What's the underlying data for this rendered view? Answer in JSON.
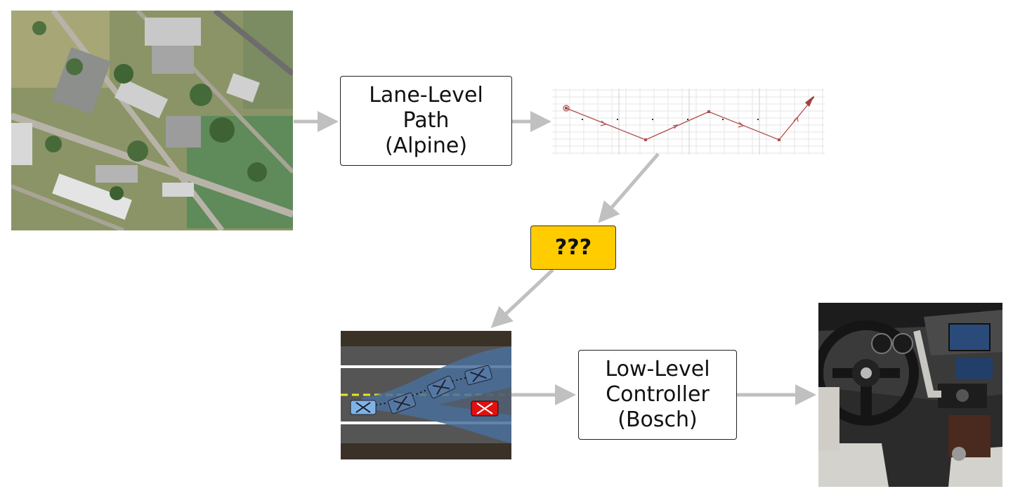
{
  "nodes": {
    "lane_level_path": {
      "lines": [
        "Lane-Level",
        "Path",
        "(Alpine)"
      ]
    },
    "unknown_step": {
      "label": "???"
    },
    "low_level_controller": {
      "lines": [
        "Low-Level",
        "Controller",
        "(Bosch)"
      ]
    }
  },
  "images": {
    "aerial_map": "satellite-map-image",
    "path_plot": "waypoint-path-plot",
    "lane_change_sim": "lane-change-trajectory-image",
    "car_interior": "car-dashboard-photo"
  },
  "colors": {
    "arrow": "#c0c0c0",
    "highlight": "#ffcc00",
    "path_line": "#b05050",
    "road": "#555555",
    "lane_overlay": "#4a6f9a"
  }
}
